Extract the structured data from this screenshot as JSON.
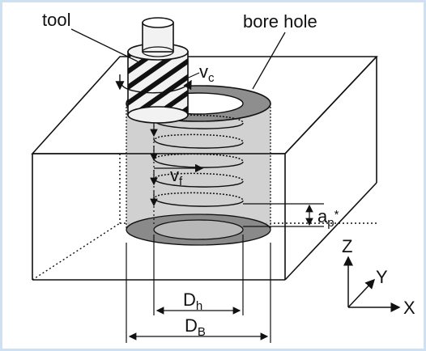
{
  "labels": {
    "tool": "tool",
    "bore_hole": "bore hole",
    "vc_main": "v",
    "vc_sub": "c",
    "vf_main": "v",
    "vf_sub": "f",
    "ap_main": "a",
    "ap_sub": "p",
    "ap_star": "*",
    "dh_main": "D",
    "dh_sub": "h",
    "db_main": "D",
    "db_sub": "B",
    "axis_z": "Z",
    "axis_y": "Y",
    "axis_x": "X"
  },
  "colors": {
    "frame": "#cfe0f3",
    "outline": "#111111",
    "bore_fill": "#c9c9c9",
    "ring_fill": "#8e8e8e",
    "bottom_fill": "#7a7a7a",
    "tool_fill": "#f2f2f2"
  }
}
